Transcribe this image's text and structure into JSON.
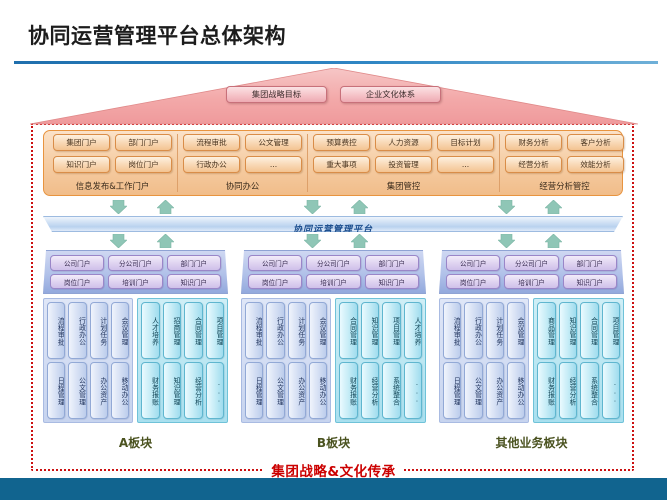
{
  "slide": {
    "title": "协同运营管理平台总体架构",
    "accent_color": "#1f6fad",
    "frame_color": "#cc1111",
    "footer_color": "#11648f"
  },
  "roof": {
    "boxes": [
      {
        "label": "集团战略目标"
      },
      {
        "label": "企业文化体系"
      }
    ]
  },
  "portal_band": {
    "groups": [
      {
        "caption": "信息发布&工作门户",
        "items": [
          "集团门户",
          "知识门户",
          "部门门户",
          "岗位门户"
        ]
      },
      {
        "caption": "协同办公",
        "items": [
          "流程审批",
          "行政办公",
          "公文管理",
          "..."
        ]
      },
      {
        "caption": "集团管控",
        "items": [
          "预算费控",
          "重大事项",
          "人力资源",
          "投资管理",
          "目标计划",
          "..."
        ]
      },
      {
        "caption": "经营分析管控",
        "items": [
          "财务分析",
          "经营分析",
          "客户分析",
          "效能分析"
        ]
      }
    ]
  },
  "platform": {
    "label": "协同运营管理平台"
  },
  "arrows": {
    "up_glyph": "arrow-up-icon",
    "down_glyph": "arrow-down-icon",
    "color": "#8fc6b6"
  },
  "blocks": [
    {
      "caption": "A板块",
      "portals": [
        "公司门户",
        "分公司门户",
        "部门门户",
        "岗位门户",
        "培训门户",
        "知识门户"
      ],
      "modules_blue": [
        "流程审批",
        "日程管理",
        "行政办公",
        "公文管理",
        "计划任务",
        "办公资产",
        "会议管理",
        "移动办公"
      ],
      "modules_cyan": [
        "人才培养",
        "财务报账",
        "招商管理",
        "知识管理",
        "合同管理",
        "经营分析",
        "项目管理",
        "..."
      ]
    },
    {
      "caption": "B板块",
      "portals": [
        "公司门户",
        "分公司门户",
        "部门门户",
        "岗位门户",
        "培训门户",
        "知识门户"
      ],
      "modules_blue": [
        "流程审批",
        "日程管理",
        "行政办公",
        "公文管理",
        "计划任务",
        "办公资产",
        "会议管理",
        "移动办公"
      ],
      "modules_cyan": [
        "合同管理",
        "财务报账",
        "知识管理",
        "经营分析",
        "项目管理",
        "系统整合",
        "人才培养",
        "..."
      ]
    },
    {
      "caption": "其他业务板块",
      "portals": [
        "公司门户",
        "分公司门户",
        "部门门户",
        "岗位门户",
        "培训门户",
        "知识门户"
      ],
      "modules_blue": [
        "流程审批",
        "日程管理",
        "行政办公",
        "公文管理",
        "计划任务",
        "办公资产",
        "会议管理",
        "移动办公"
      ],
      "modules_cyan": [
        "商品管理",
        "财务报账",
        "知识管理",
        "经营分析",
        "合同管理",
        "系统整合",
        "项目管理",
        "..."
      ]
    }
  ],
  "footer_strategy": {
    "label": "集团战略&文化传承"
  }
}
